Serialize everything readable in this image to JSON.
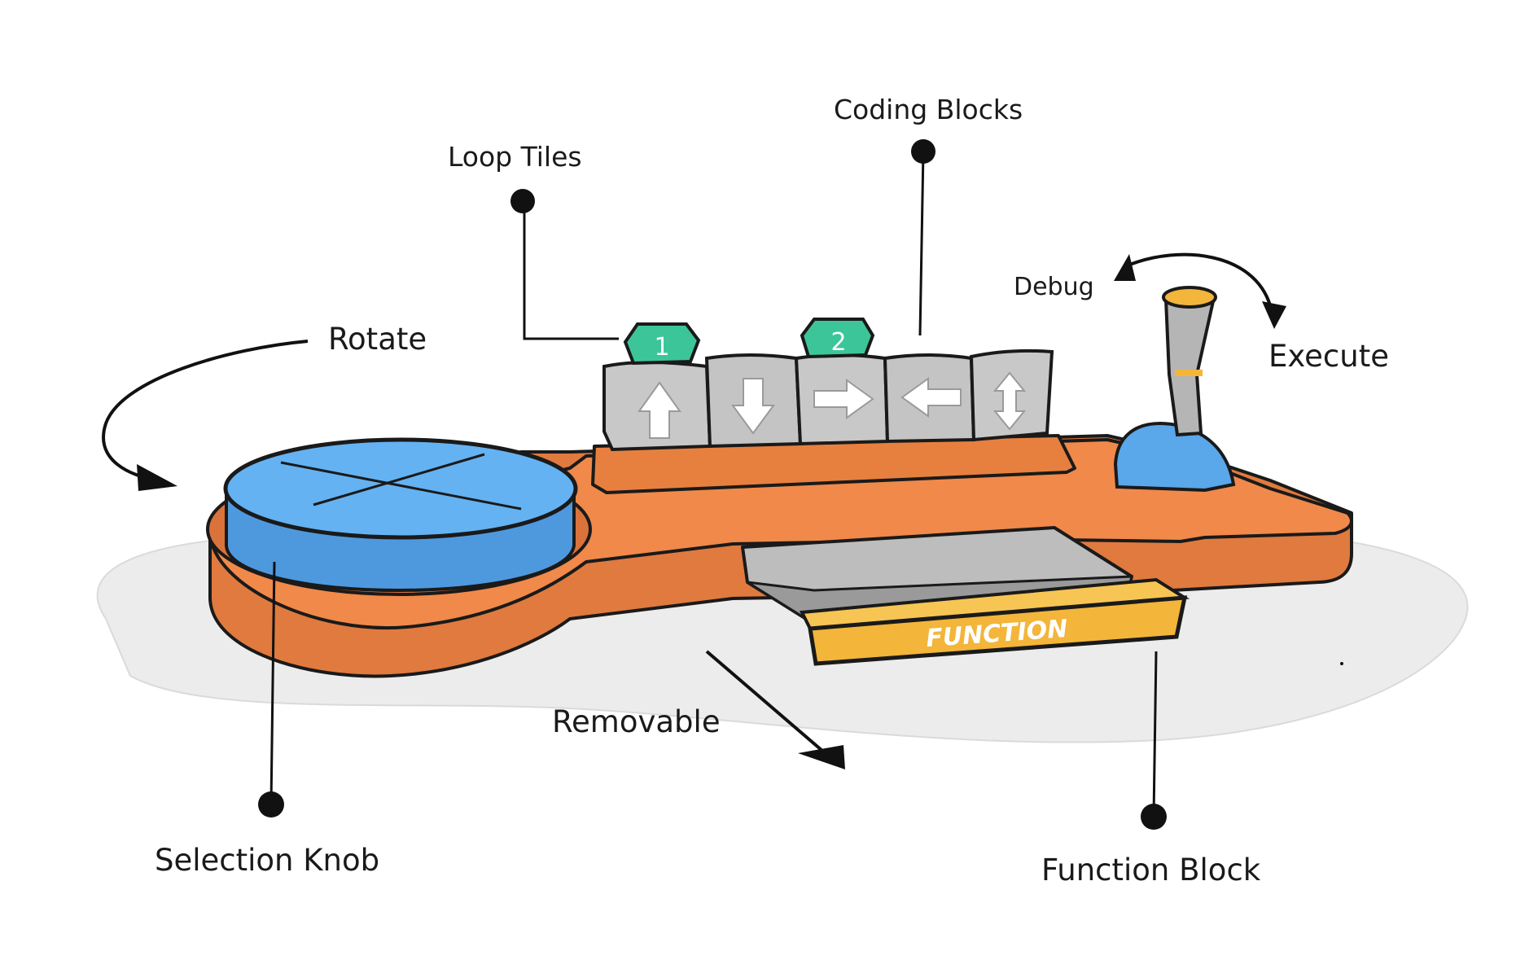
{
  "labels": {
    "coding_blocks": "Coding Blocks",
    "loop_tiles": "Loop Tiles",
    "debug": "Debug",
    "execute": "Execute",
    "rotate": "Rotate",
    "removable": "Removable",
    "selection_knob": "Selection Knob",
    "function_block": "Function Block"
  },
  "loop_tiles": [
    "1",
    "2"
  ],
  "coding_blocks": [
    {
      "icon": "arrow-up-icon"
    },
    {
      "icon": "arrow-down-icon"
    },
    {
      "icon": "arrow-right-icon"
    },
    {
      "icon": "arrow-left-icon"
    },
    {
      "icon": "arrow-up-down-icon"
    }
  ],
  "function_block_text": "FUNCTION",
  "colors": {
    "body_orange": "#f0894a",
    "knob_blue": "#5aa7ea",
    "loop_green": "#3dc59a",
    "function_yellow": "#f3b53a",
    "block_gray": "#c8c8c8",
    "shadow_gray": "#ececec"
  }
}
